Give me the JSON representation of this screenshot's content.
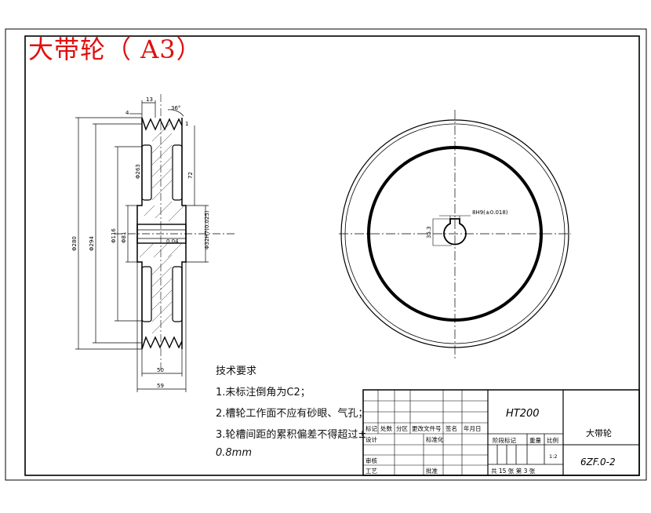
{
  "title_stamp": "大带轮（  A3）",
  "tech_requirements": {
    "heading": "技术要求",
    "items": [
      "1.未标注倒角为C2；",
      "2.槽轮工作面不应有砂眼、气孔；",
      "3.轮槽间距的累积偏差不得超过±",
      "0.8mm"
    ]
  },
  "section_dims": {
    "top_13": "13",
    "top_4": "4",
    "angle_36": "36°",
    "v_1": "1",
    "d_280": "Φ280",
    "d_294": "Φ294",
    "d_116": "Φ116",
    "d_81": "Φ81",
    "d_263": "Φ263",
    "r_72": "72",
    "bore_label": "Φ32H7(0.025)",
    "chamfer": "0.04",
    "w_50": "50",
    "w_59": "59"
  },
  "front_dims": {
    "keyway_label": "8H9(±0.018)",
    "keyway_depth": "35.3"
  },
  "title_block": {
    "material": "HT200",
    "part_name": "大带轮",
    "drawing_number": "6ZF.0-2",
    "revision_headers": [
      "标记",
      "处数",
      "分区",
      "更改文件号",
      "签名",
      "年月日"
    ],
    "design_label": "设计",
    "standardize_label": "标准化",
    "review_label": "审核",
    "process_label": "工艺",
    "approve_label": "批准",
    "stage_label": "阶段标记",
    "weight_label": "重量",
    "scale_label": "比例",
    "scale_value": "1:2",
    "sheet_info": "共 15 张 第 3 张"
  }
}
